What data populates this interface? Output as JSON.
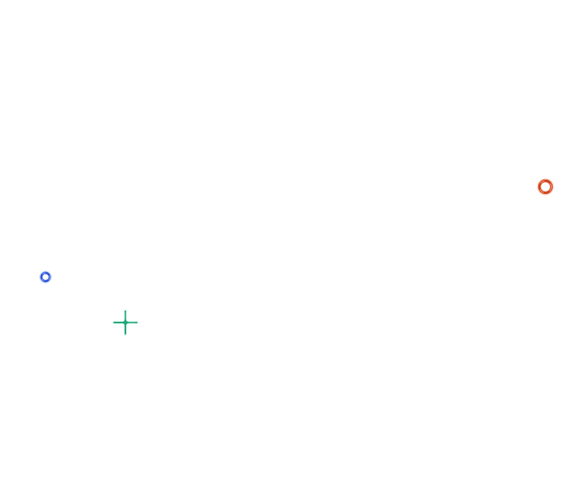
{
  "markers": [
    {
      "id": "red-ring",
      "shape": "ring",
      "color": "#d2461e",
      "highlight": "#f7a98a"
    },
    {
      "id": "blue-ring",
      "shape": "ring",
      "color": "#2a56d6",
      "highlight": "#9fb6f5"
    },
    {
      "id": "green-crosshair",
      "shape": "crosshair",
      "color": "#1fa878",
      "highlight": "#8fe3c3"
    }
  ]
}
